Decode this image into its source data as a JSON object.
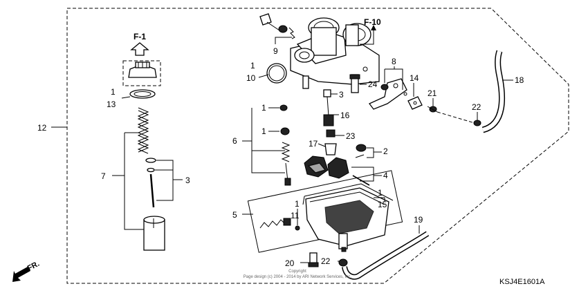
{
  "refs": {
    "f1": "F-1",
    "f10": "F-10"
  },
  "callouts": {
    "c1_carb": "1",
    "c10": "10",
    "c9": "9",
    "c1_cap": "1",
    "c13": "13",
    "c12": "12",
    "c7": "7",
    "c3_left": "3",
    "c8": "8",
    "c14": "14",
    "c24": "24",
    "c21": "21",
    "c18": "18",
    "c22_top": "22",
    "c3_mid": "3",
    "c1_a": "1",
    "c16": "16",
    "c1_b": "1",
    "c6": "6",
    "c23": "23",
    "c17": "17",
    "c2": "2",
    "c4": "4",
    "c1_bowl": "1",
    "c15": "15",
    "c1_small": "1",
    "c11": "11",
    "c5": "5",
    "c19": "19",
    "c20": "20",
    "c22_bot": "22"
  },
  "diagram_code": "KSJ4E1601A",
  "front_label": "FR.",
  "copyright_line1": "Copyright",
  "copyright_line2": "Page design (c) 2004 - 2014 by ARI Network Services, Inc."
}
